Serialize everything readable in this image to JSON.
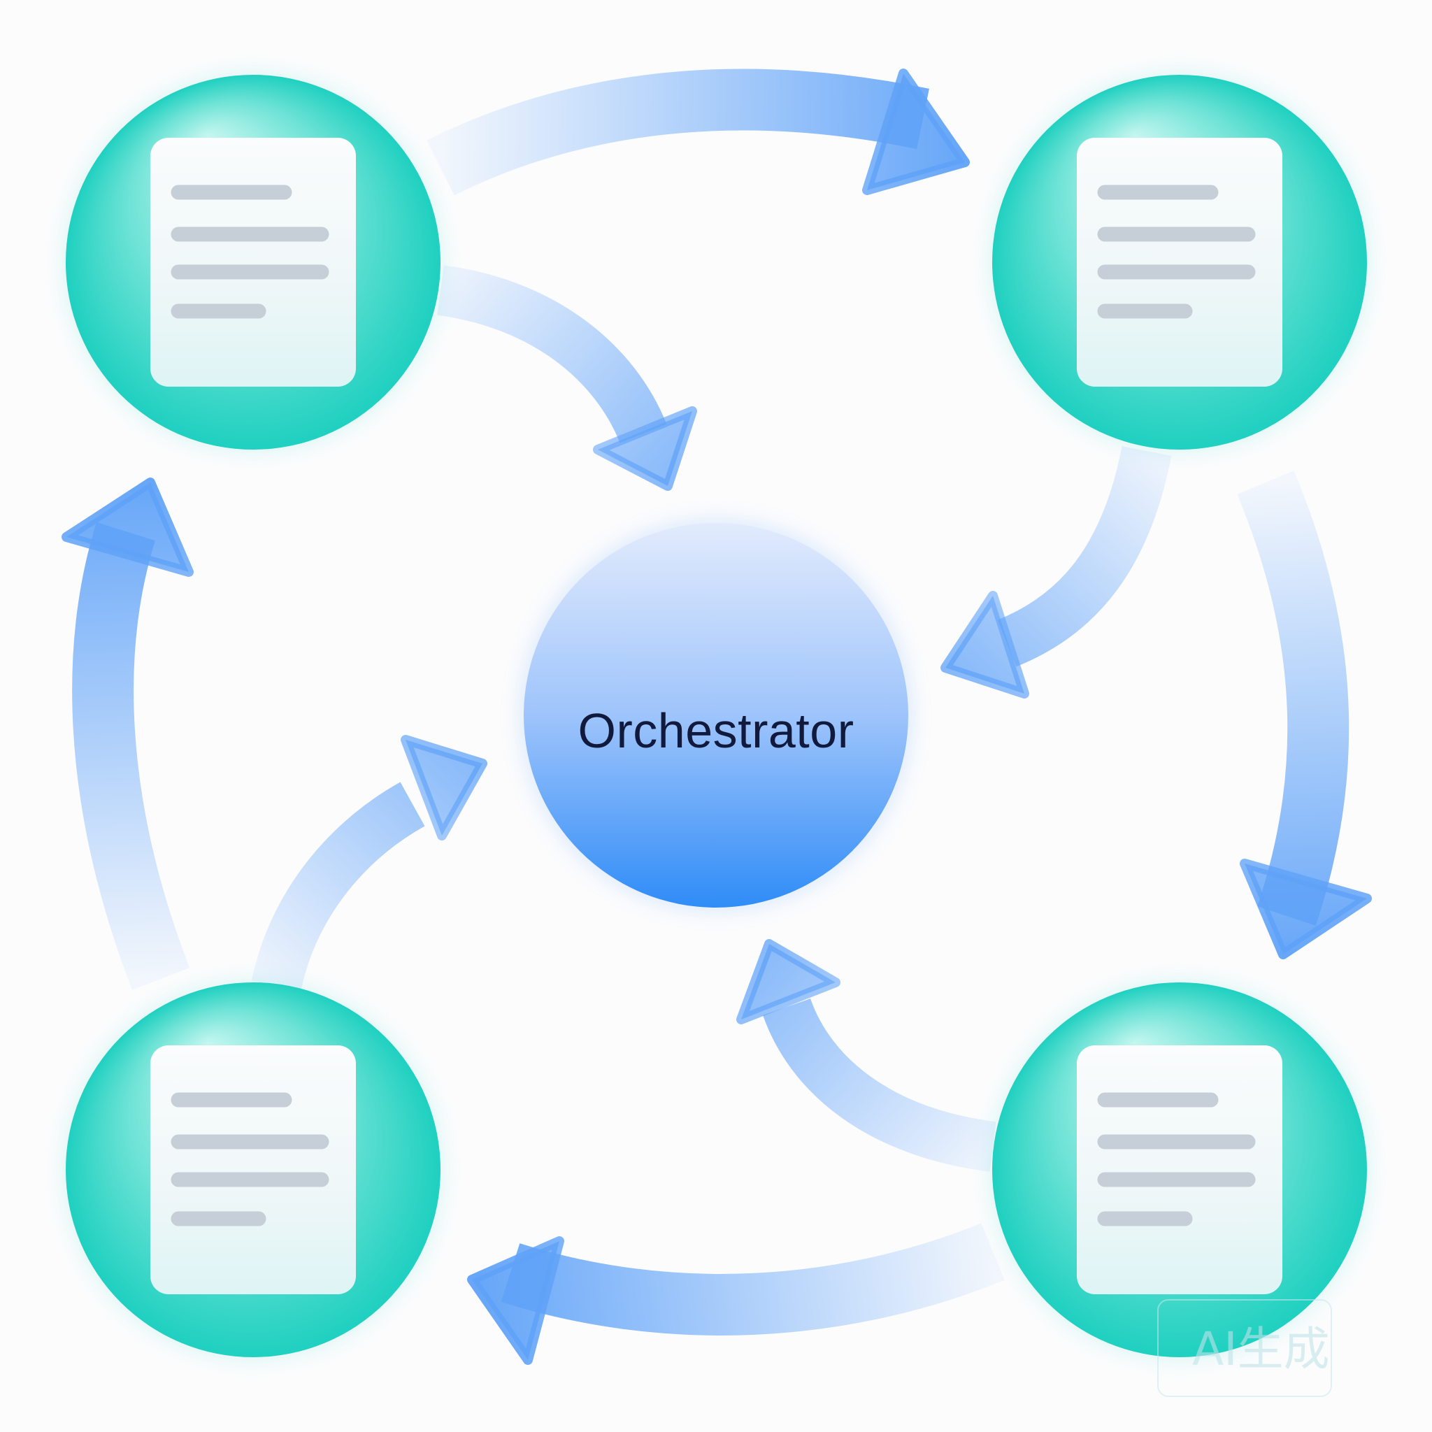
{
  "diagram": {
    "center_node": {
      "label": "Orchestrator",
      "color": "#4a95f8"
    },
    "agent_nodes": [
      {
        "icon": "document-icon",
        "position": "top-left"
      },
      {
        "icon": "document-icon",
        "position": "top-right"
      },
      {
        "icon": "document-icon",
        "position": "bottom-right"
      },
      {
        "icon": "document-icon",
        "position": "bottom-left"
      }
    ],
    "colors": {
      "agent_node": "#27d3c3",
      "arrow": "#5fa2f8",
      "background": "#fcfcfd"
    },
    "flows": [
      {
        "from": "top-left",
        "to": "top-right"
      },
      {
        "from": "top-right",
        "to": "bottom-right"
      },
      {
        "from": "bottom-right",
        "to": "bottom-left"
      },
      {
        "from": "bottom-left",
        "to": "top-left"
      },
      {
        "from": "top-left",
        "to": "Orchestrator"
      },
      {
        "from": "top-right",
        "to": "Orchestrator"
      },
      {
        "from": "bottom-right",
        "to": "Orchestrator"
      },
      {
        "from": "bottom-left",
        "to": "Orchestrator"
      }
    ]
  },
  "watermark": {
    "text": "AI生成"
  }
}
